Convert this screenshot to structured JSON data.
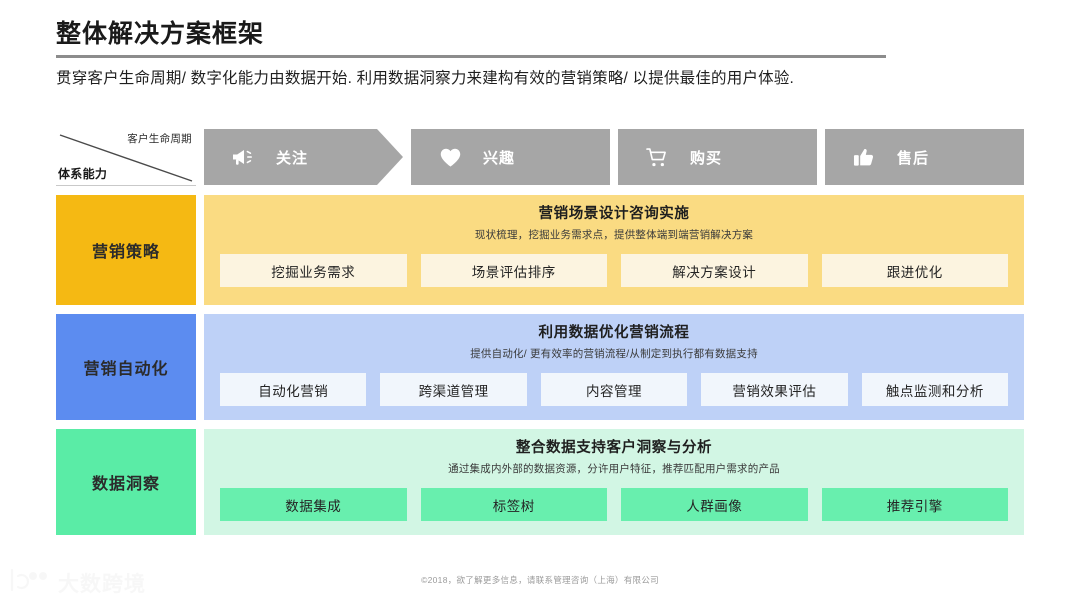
{
  "header": {
    "title": "整体解决方案框架",
    "subtitle": "贯穿客户生命周期/ 数字化能力由数据开始. 利用数据洞察力来建构有效的营销策略/ 以提供最佳的用户体验."
  },
  "matrix": {
    "corner": {
      "top_label": "客户生命周期",
      "bottom_label": "体系能力"
    },
    "stages": [
      {
        "label": "关注",
        "icon": "megaphone-icon",
        "shape": "arrow"
      },
      {
        "label": "兴趣",
        "icon": "heart-icon",
        "shape": "rect"
      },
      {
        "label": "购买",
        "icon": "shopping-cart-icon",
        "shape": "rect"
      },
      {
        "label": "售后",
        "icon": "thumbs-up-icon",
        "shape": "rect"
      }
    ],
    "rows": [
      {
        "key": "strategy",
        "label": "营销策略",
        "title": "营销场景设计咨询实施",
        "subtitle": "现状梳理，挖掘业务需求点，提供整体端到端营销解决方案",
        "chips": [
          "挖掘业务需求",
          "场景评估排序",
          "解决方案设计",
          "跟进优化"
        ],
        "colors": {
          "label_bg": "#f5b913",
          "body_bg": "#fadb82",
          "chip_bg": "#fcf4e0"
        }
      },
      {
        "key": "automation",
        "label": "营销自动化",
        "title": "利用数据优化营销流程",
        "subtitle": "提供自动化/ 更有效率的营销流程/从制定到执行都有数据支持",
        "chips": [
          "自动化营销",
          "跨渠道管理",
          "内容管理",
          "营销效果评估",
          "触点监测和分析"
        ],
        "colors": {
          "label_bg": "#5c8cf0",
          "body_bg": "#bed1f7",
          "chip_bg": "#f1f6fc"
        }
      },
      {
        "key": "insight",
        "label": "数据洞察",
        "title": "整合数据支持客户洞察与分析",
        "subtitle": "通过集成内外部的数据资源，分许用户特征，推荐匹配用户需求的产品",
        "chips": [
          "数据集成",
          "标签树",
          "人群画像",
          "推荐引擎"
        ],
        "colors": {
          "label_bg": "#5aeca6",
          "body_bg": "#d2f6e4",
          "chip_bg": "#68efae"
        }
      }
    ],
    "stage_bar_color": "#a6a6a6"
  },
  "footer": {
    "copyright": "©2018，欲了解更多信息，请联系管理咨询（上海）有限公司",
    "watermark_text": "大数跨境"
  }
}
